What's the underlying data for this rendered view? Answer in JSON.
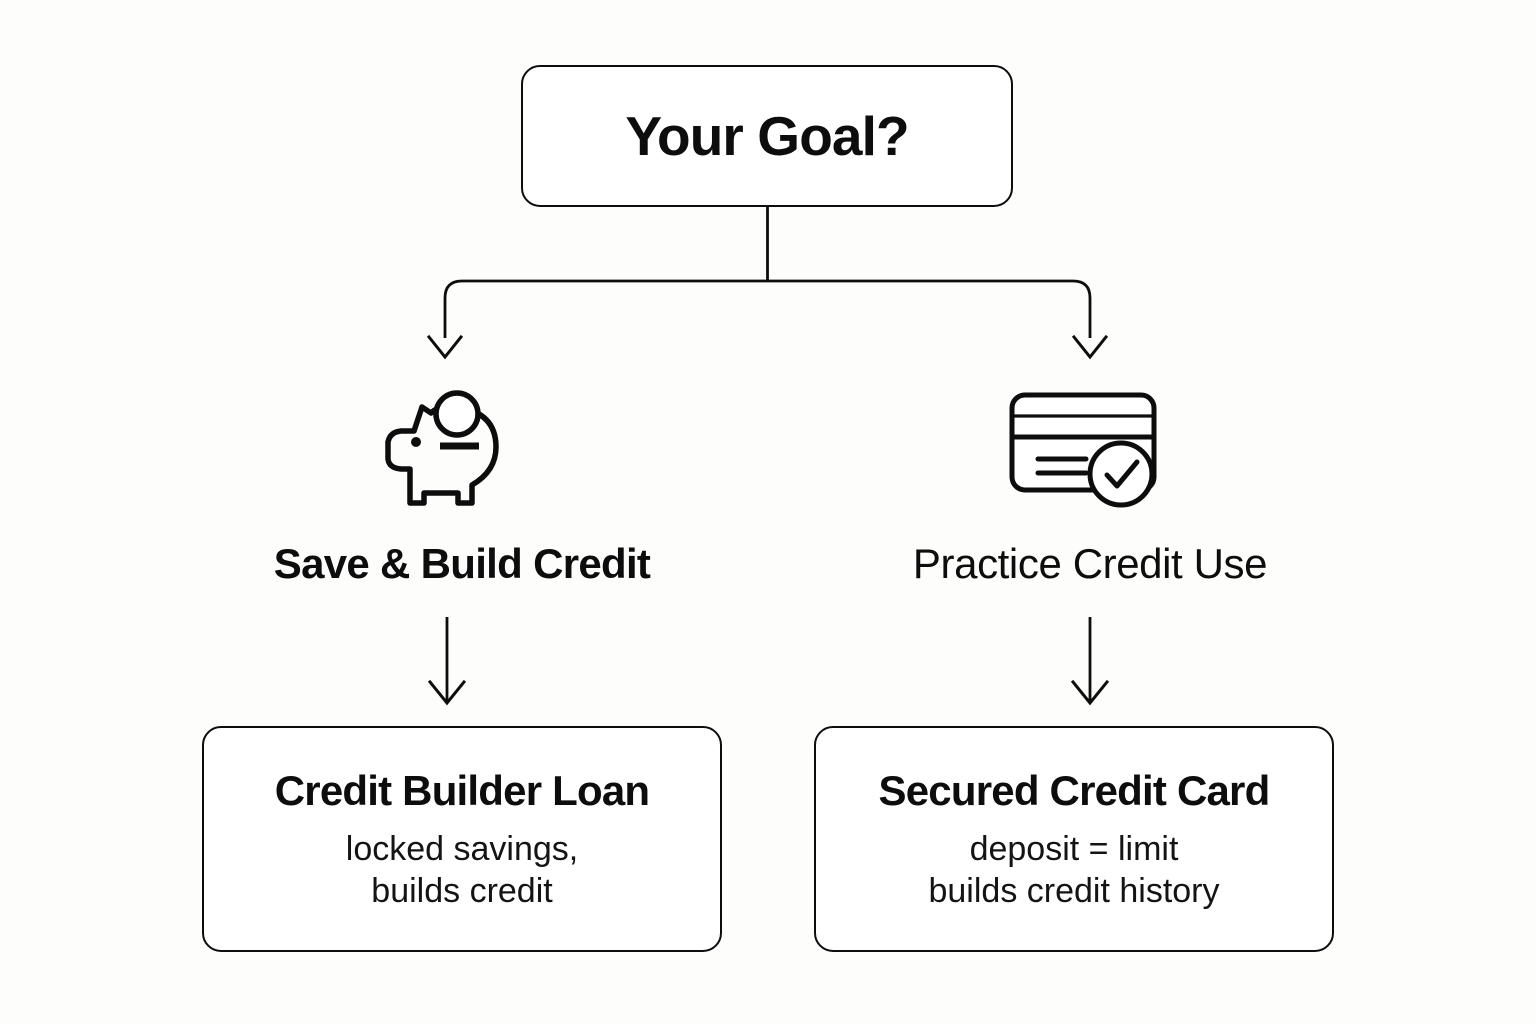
{
  "diagram": {
    "type": "decision-flowchart",
    "background_color": "#fdfdfc",
    "stroke_color": "#0d0d0d",
    "root": {
      "label": "Your Goal?"
    },
    "branches": [
      {
        "id": "save-build-credit",
        "icon": "piggy-bank-icon",
        "label": "Save & Build Credit",
        "outcome": {
          "title": "Credit Builder Loan",
          "subtitle_line1": "locked savings,",
          "subtitle_line2": "builds credit"
        }
      },
      {
        "id": "practice-credit-use",
        "icon": "credit-card-check-icon",
        "label": "Practice Credit Use",
        "outcome": {
          "title": "Secured Credit Card",
          "subtitle_line1": "deposit = limit",
          "subtitle_line2": "builds credit history"
        }
      }
    ],
    "connectors": {
      "root_split": "vertical stem from root box splitting into two arrows",
      "arrowhead_style": "open-chevron"
    }
  }
}
